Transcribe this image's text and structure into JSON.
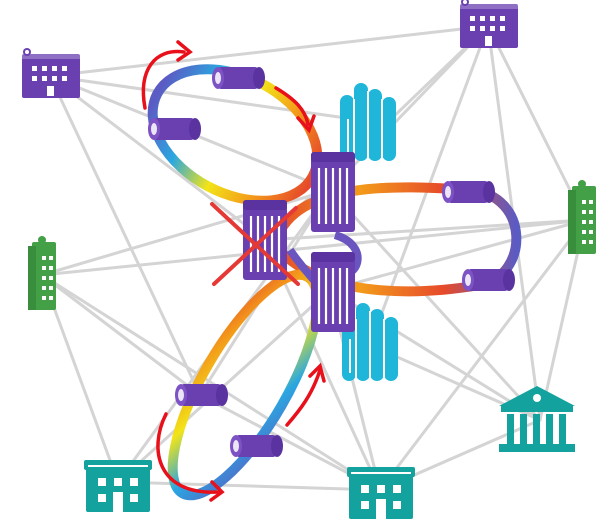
{
  "diagram": {
    "type": "network-topology",
    "colors": {
      "link_gray": "#d4d4d4",
      "building_purple": "#6a3fb0",
      "building_green": "#43a047",
      "building_teal": "#14a29e",
      "pool_blue": "#1fb6d9",
      "router_purple": "#6a3fb0",
      "failure_red": "#e53935",
      "arrow_red": "#e8101a",
      "ring_gradient": [
        "#5b5bc4",
        "#2aa7e0",
        "#f2e418",
        "#f39b1a",
        "#e64a2a"
      ]
    },
    "nodes": [
      {
        "id": "building-purple-top-left",
        "icon": "office-building-icon"
      },
      {
        "id": "building-purple-top-right",
        "icon": "office-building-icon"
      },
      {
        "id": "building-green-left",
        "icon": "office-building-icon"
      },
      {
        "id": "building-green-right",
        "icon": "office-building-icon"
      },
      {
        "id": "house-teal-bottom-left",
        "icon": "house-icon"
      },
      {
        "id": "house-teal-bottom-center",
        "icon": "house-icon"
      },
      {
        "id": "bank-teal-bottom-right",
        "icon": "bank-icon"
      },
      {
        "id": "resource-pool-top",
        "icon": "resource-pool-icon"
      },
      {
        "id": "resource-pool-bottom",
        "icon": "resource-pool-icon"
      },
      {
        "id": "core-router-top",
        "icon": "core-router-icon"
      },
      {
        "id": "core-router-bottom",
        "icon": "core-router-icon"
      },
      {
        "id": "core-router-failed",
        "icon": "core-router-icon",
        "status": "failed"
      }
    ],
    "rings": [
      {
        "id": "ring-top-left",
        "access_nodes": 2
      },
      {
        "id": "ring-right",
        "access_nodes": 2
      },
      {
        "id": "ring-bottom-left",
        "access_nodes": 2
      }
    ],
    "failure_marker": "cross-out-icon",
    "traffic_arrows": 4
  }
}
